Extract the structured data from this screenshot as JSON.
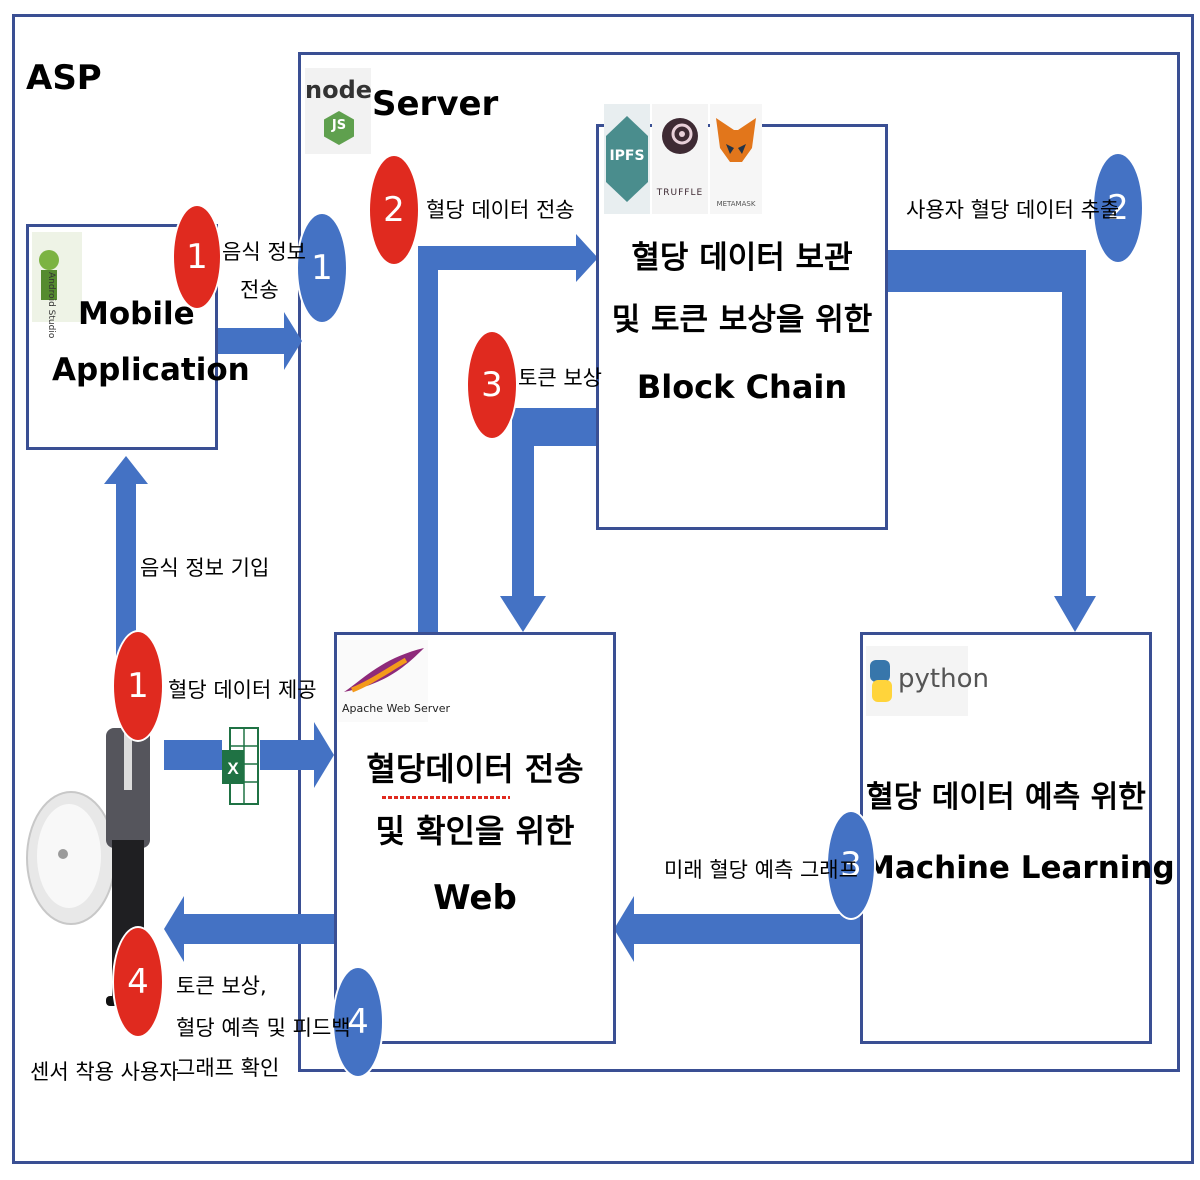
{
  "asp_label": "ASP",
  "server": {
    "logo_text": "node",
    "logo_js": "JS",
    "label": "Server"
  },
  "mobile": {
    "logo_text": "Android Studio",
    "title_line1": "Mobile",
    "title_line2": "Application"
  },
  "blockchain": {
    "title_line1": "혈당 데이터 보관",
    "title_line2": "및 토큰 보상을 위한",
    "title_line3": "Block Chain",
    "logo_ipfs": "IPFS",
    "logo_truffle": "TRUFFLE",
    "logo_metamask": "METAMASK"
  },
  "web": {
    "logo_text": "Apache Web Server",
    "title_line1": "혈당데이터 전송",
    "title_line2": "및 확인을 위한",
    "title_line3": "Web"
  },
  "ml": {
    "logo_text": "python",
    "title_line1": "혈당 데이터 예측 위한",
    "title_line2": "Machine Learning"
  },
  "steps": {
    "red_1_top": "1",
    "blue_1": "1",
    "red_2": "2",
    "blue_2": "2",
    "red_3": "3",
    "blue_3": "3",
    "red_1_bottom": "1",
    "red_4": "4",
    "blue_4": "4"
  },
  "labels": {
    "food_send_line1": "음식 정보",
    "food_send_line2": "전송",
    "glucose_send": "혈당 데이터 전송",
    "user_extract": "사용자 혈당 데이터 추출",
    "token_reward": "토큰 보상",
    "food_input": "음식 정보 기입",
    "glucose_provide": "혈당 데이터 제공",
    "future_graph": "미래 혈당 예측 그래프",
    "feedback_line1": "토큰 보상,",
    "feedback_line2": "혈당 예측 및 피드백",
    "feedback_line3": "그래프 확인",
    "sensor_user": "센서 착용 사용자"
  },
  "colors": {
    "frame": "#3a4f93",
    "arrow": "#4472c4",
    "red_circle": "#e02a1f",
    "blue_circle": "#4472c4",
    "excel": "#1f7244"
  },
  "icons": [
    "nodejs-logo",
    "android-studio-icon",
    "ipfs-logo",
    "truffle-logo",
    "metamask-fox-icon",
    "apache-feather-icon",
    "python-logo",
    "excel-icon",
    "cgm-sensor-icon",
    "user-person-icon"
  ]
}
